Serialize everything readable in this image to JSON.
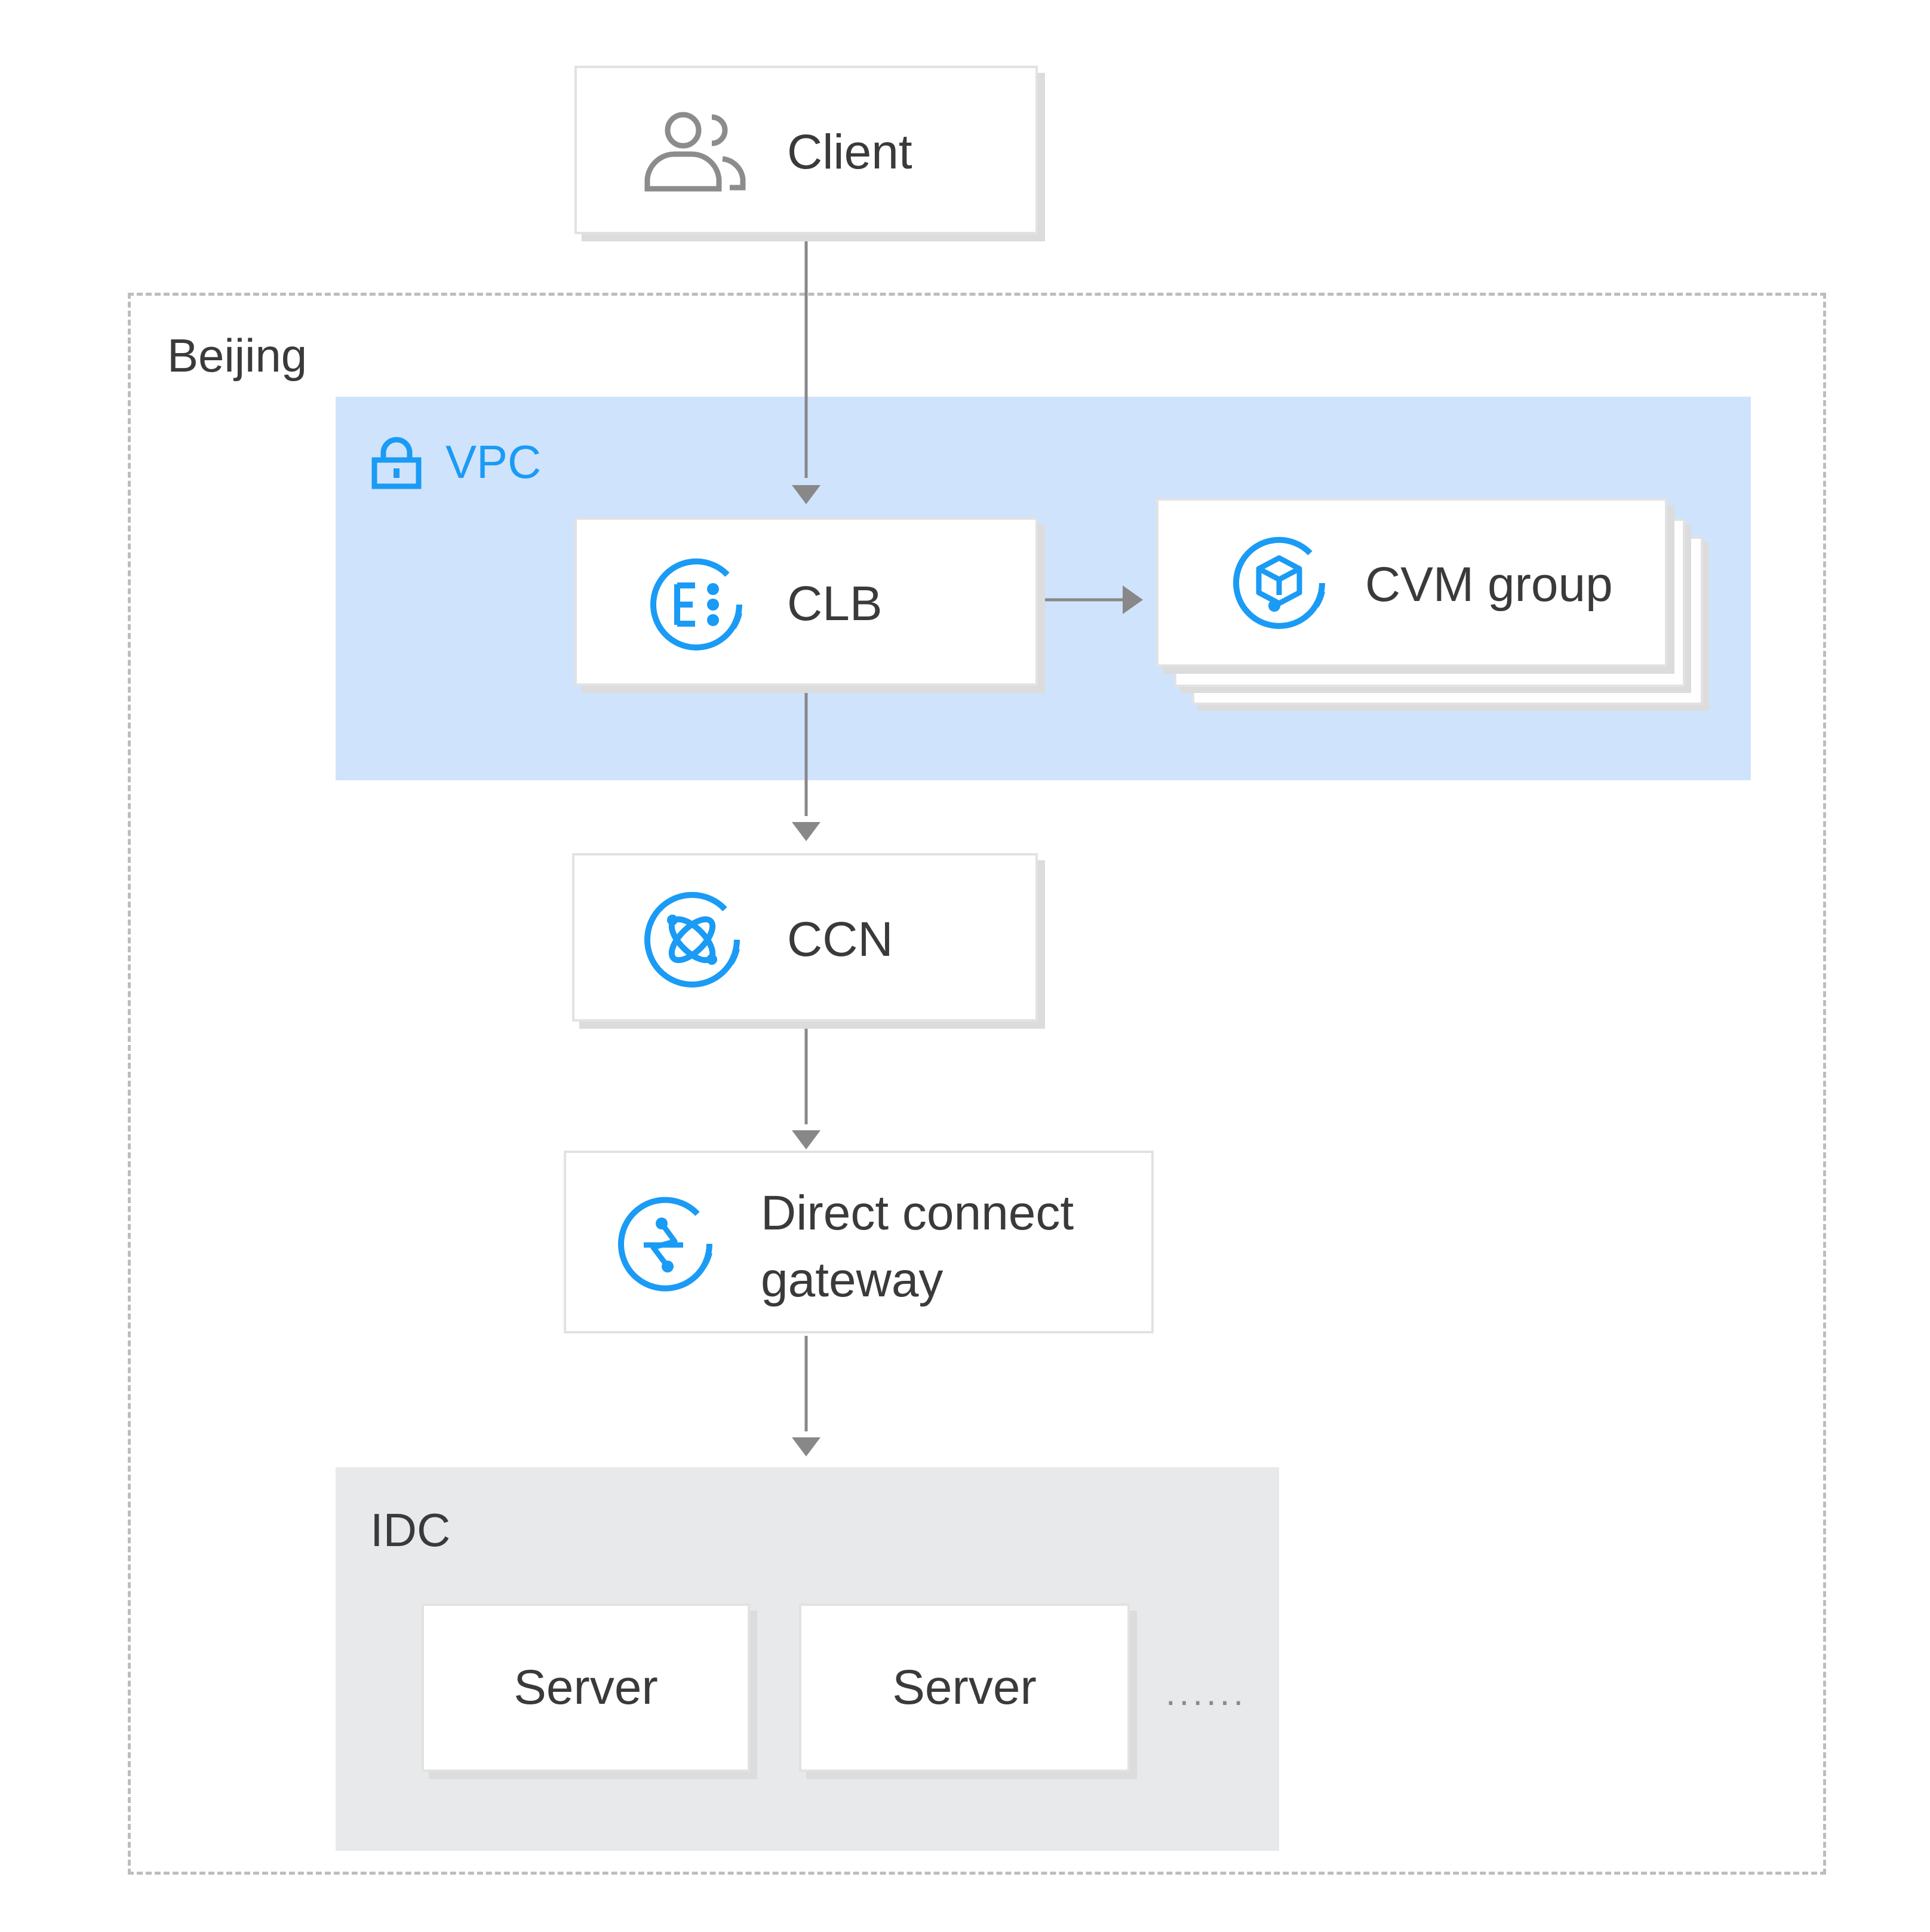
{
  "regions": {
    "beijing": "Beijing",
    "vpc": "VPC",
    "idc": "IDC"
  },
  "nodes": {
    "client": "Client",
    "clb": "CLB",
    "cvm_group": "CVM group",
    "ccn": "CCN",
    "dc_gateway_line1": "Direct connect",
    "dc_gateway_line2": "gateway",
    "server_1": "Server",
    "server_2": "Server",
    "more": "......"
  },
  "colors": {
    "accent": "#1a9bf5",
    "vpc_fill": "#d0e3fc",
    "idc_fill": "#e8e9eb",
    "arrow": "#888888"
  },
  "icons": {
    "client": "users-icon",
    "vpc": "lock-icon",
    "clb": "load-balancer-icon",
    "cvm_group": "cube-icon",
    "ccn": "network-atom-icon",
    "dc_gateway": "lightning-link-icon"
  }
}
